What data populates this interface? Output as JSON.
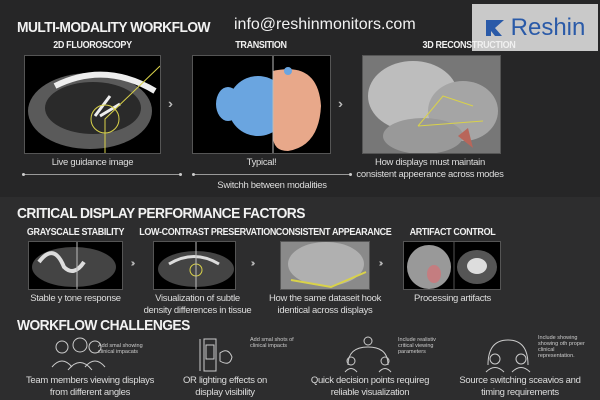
{
  "header": {
    "title": "MULTI-MODALITY WORKFLOW",
    "email": "info@reshinmonitors.com",
    "logo_text": "Reshin",
    "logo_color": "#2a5aa8"
  },
  "workflow": {
    "stages": [
      {
        "label": "2D FLUOROSCOPY",
        "caption": "Live guidance image"
      },
      {
        "label": "TRANSITION",
        "caption": "Typical!"
      },
      {
        "label": "3D RECONSTRUCTION",
        "caption": "How displays must maintain consistent appeerance across modes"
      }
    ],
    "switch_caption": "Switchh between modalities",
    "arrow": "›››"
  },
  "factors": {
    "title": "CRITICAL DISPLAY PERFORMANCE FACTORS",
    "items": [
      {
        "label": "GRAYSCALE STABILITY",
        "caption": "Stable y tone response"
      },
      {
        "label": "LOW-CONTRAST PRESERVATION",
        "caption": "Visualization of subtle density differences in tissue"
      },
      {
        "label": "CONSISTENT APPEARANCE",
        "caption": "How the same dataseit hook identical across displays"
      },
      {
        "label": "ARTIFACT CONTROL",
        "caption": "Processing artifacts"
      }
    ]
  },
  "challenges": {
    "title": "WORKFLOW CHALLENGES",
    "items": [
      {
        "note": "Add smal showing clinical impacats",
        "caption": "Team members viewing displays from different angles",
        "icon": "team-icon"
      },
      {
        "note": "Add smal shots of clinical impacts",
        "caption": "OR lighting effects on display visibility",
        "icon": "lighting-device-icon"
      },
      {
        "note": "Include realistiv critical viewing parameters",
        "caption": "Quick decision points requireg reliable visualization",
        "icon": "decision-icon"
      },
      {
        "note": "Include showing showing oth proper clinical representation.",
        "caption": "Source switching sceavios and timing requirements",
        "icon": "switching-icon"
      }
    ]
  },
  "accent": "#d9d24a"
}
